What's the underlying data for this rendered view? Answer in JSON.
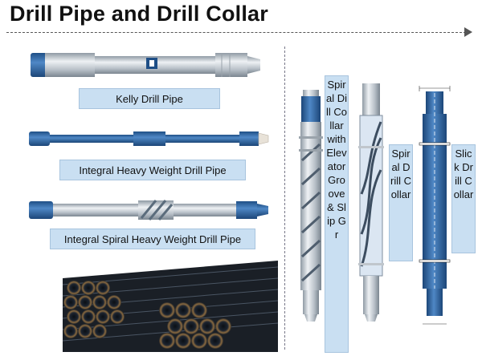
{
  "title": "Drill Pipe and Drill Collar",
  "labels": {
    "kelly": "Kelly Drill Pipe",
    "integral_hw": "Integral Heavy Weight Drill Pipe",
    "integral_spiral_hw": "Integral Spiral Heavy Weight Drill Pipe",
    "spiral_collar_groove": "Spiral Dill Collar with Elevator Groove & Slip Gr",
    "spiral_collar": "Spiral Drill Collar",
    "slick_collar": "Slick Drill Collar"
  },
  "colors": {
    "label_fill": "#c9dff2",
    "pipe_blue": "#2f6aa8",
    "pipe_steel": "#c8ced4"
  }
}
